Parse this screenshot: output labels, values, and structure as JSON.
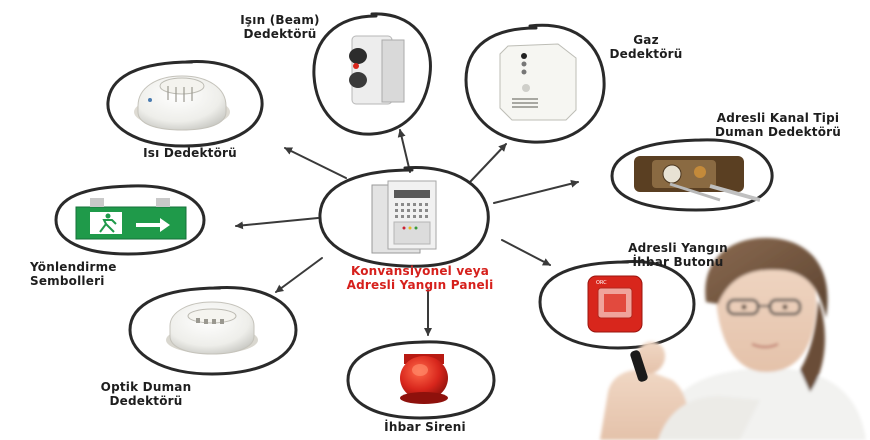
{
  "center": {
    "line1": "Konvansiyonel veya",
    "line2": "Adresli Yangın Paneli",
    "color": "#d6201c"
  },
  "devices": {
    "beam": {
      "line1": "Işın (Beam)",
      "line2": "Dedektörü",
      "icon": "beam-detector-icon"
    },
    "gas": {
      "line1": "Gaz",
      "line2": "Dedektörü",
      "icon": "gas-detector-icon"
    },
    "heat": {
      "line1": "Isı Dedektörü",
      "icon": "heat-detector-icon"
    },
    "duct": {
      "line1": "Adresli Kanal Tipi",
      "line2": "Duman Dedektörü",
      "icon": "duct-smoke-detector-icon"
    },
    "exit": {
      "line1": "Yönlendirme",
      "line2": "Sembolleri",
      "icon": "exit-sign-icon"
    },
    "callpoint": {
      "line1": "Adresli Yangın",
      "line2": "İhbar Butonu",
      "icon": "call-point-icon"
    },
    "optic": {
      "line1": "Optik Duman",
      "line2": "Dedektörü",
      "icon": "optical-smoke-detector-icon"
    },
    "siren": {
      "line1": "İhbar Sireni",
      "icon": "siren-icon"
    }
  },
  "colors": {
    "outline": "#2a2a2a",
    "arrow": "#3a3a3a",
    "label": "#1e1e1e",
    "exit_sign_green": "#1f9a4a",
    "alarm_red": "#d8261c"
  }
}
